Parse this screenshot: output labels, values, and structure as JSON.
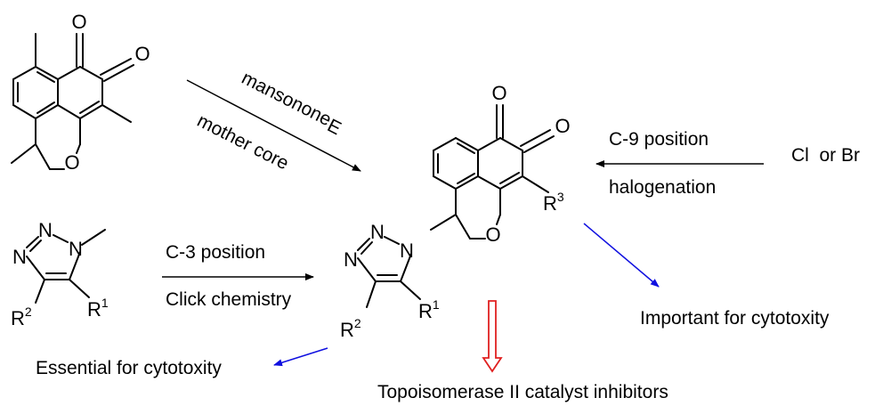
{
  "structures": {
    "mansonone": {
      "o_top": "O",
      "o_right": "O",
      "o_ring": "O"
    },
    "triazole_left": {
      "n1": "N",
      "n2": "N",
      "n3": "N",
      "r1": "R",
      "r1_sup": "1",
      "r2": "R",
      "r2_sup": "2"
    },
    "product": {
      "o_top": "O",
      "o_right": "O",
      "o_ring": "O",
      "r3": "R",
      "r3_sup": "3",
      "n1": "N",
      "n2": "N",
      "n3": "N",
      "r1": "R",
      "r1_sup": "1",
      "r2": "R",
      "r2_sup": "2"
    }
  },
  "labels": {
    "mansonone_line1": "mansonone",
    "mansonone_letter": "E",
    "mother_core": "mother core",
    "c9_position": "C-9 position",
    "halogenation": "halogenation",
    "halogens": "Cl  or Br",
    "c3_position": "C-3 position",
    "click_chemistry": "Click chemistry",
    "important": "Important for cytotoxity",
    "essential": "Essential for cytotoxity",
    "topo": "Topoisomerase II catalyst inhibitors"
  },
  "colors": {
    "ink": "#000000",
    "blue_arrow": "#1010e0",
    "red_arrow": "#e02020"
  }
}
